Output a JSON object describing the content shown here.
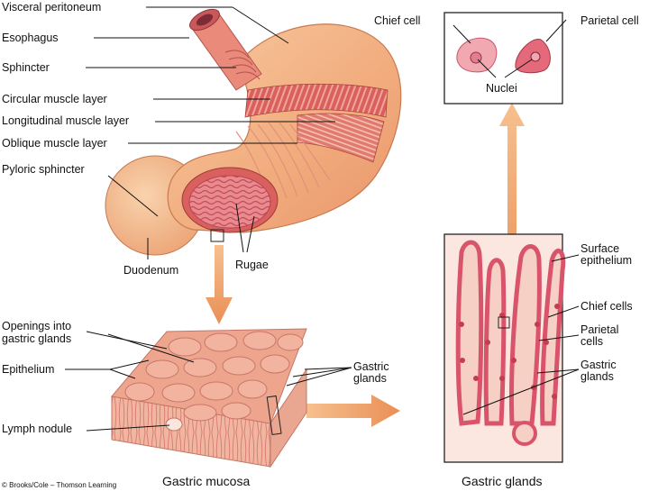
{
  "labels": {
    "visceral_peritoneum": "Visceral peritoneum",
    "esophagus": "Esophagus",
    "sphincter": "Sphincter",
    "circular_muscle": "Circular muscle layer",
    "longitudinal_muscle": "Longitudinal muscle layer",
    "oblique_muscle": "Oblique muscle layer",
    "pyloric_sphincter": "Pyloric sphincter",
    "duodenum": "Duodenum",
    "rugae": "Rugae",
    "chief_cell": "Chief cell",
    "parietal_cell": "Parietal cell",
    "nuclei": "Nuclei",
    "surface_epithelium_1": "Surface",
    "surface_epithelium_2": "epithelium",
    "chief_cells": "Chief cells",
    "parietal_cells_1": "Parietal",
    "parietal_cells_2": "cells",
    "gastric_glands_r1": "Gastric",
    "gastric_glands_r2": "glands",
    "openings_1": "Openings into",
    "openings_2": "gastric glands",
    "epithelium": "Epithelium",
    "gastric_glands_m1": "Gastric",
    "gastric_glands_m2": "glands",
    "lymph_nodule": "Lymph nodule"
  },
  "captions": {
    "gastric_mucosa": "Gastric mucosa",
    "gastric_glands": "Gastric glands"
  },
  "copyright": "© Brooks/Cole – Thomson Learning",
  "colors": {
    "stomach": "#f3b385",
    "muscle_red": "#d95a5a",
    "lumen_pink": "#e98a8e",
    "arrow": "#f2a66a",
    "tissue": "#eea58e",
    "gland_pink": "#e37f8c"
  }
}
